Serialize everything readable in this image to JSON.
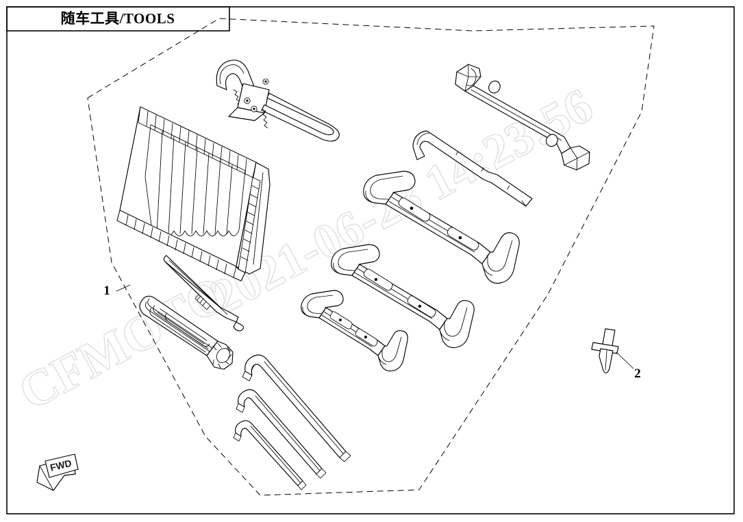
{
  "document": {
    "title": "随车工具/TOOLS",
    "title_cn": "随车工具",
    "title_en": "TOOLS",
    "sheet_width": 1085,
    "sheet_height": 762,
    "background_color": "#ffffff",
    "line_color": "#000000",
    "watermark_color": "#e2e2e2"
  },
  "watermarks": [
    {
      "id": "brand",
      "text": "CFMOTO",
      "rotation": -28
    },
    {
      "id": "timestamp",
      "text": "2021-06-23 14:23:56",
      "rotation": -28
    }
  ],
  "callouts": [
    {
      "number": "1",
      "label": "tool-kit-assembly",
      "description": "Tool kit assembly inside dashed boundary"
    },
    {
      "number": "2",
      "label": "push-rivet-clip",
      "description": "Push rivet / clip fastener"
    }
  ],
  "orientation_marker": {
    "label": "FWD",
    "meaning": "forward direction arrow"
  },
  "parts": [
    {
      "ref": "1",
      "name": "tool-roll-pouch"
    },
    {
      "ref": "1",
      "name": "hook-spanner-pliers"
    },
    {
      "ref": "1",
      "name": "screwdriver-blade"
    },
    {
      "ref": "1",
      "name": "screwdriver-handle"
    },
    {
      "ref": "1",
      "name": "hex-key-large"
    },
    {
      "ref": "1",
      "name": "hex-key-medium"
    },
    {
      "ref": "1",
      "name": "hex-key-small"
    },
    {
      "ref": "1",
      "name": "open-end-wrench-large"
    },
    {
      "ref": "1",
      "name": "open-end-wrench-medium"
    },
    {
      "ref": "1",
      "name": "open-end-wrench-small"
    },
    {
      "ref": "1",
      "name": "spark-plug-socket-wrench"
    },
    {
      "ref": "1",
      "name": "tommy-bar-l-handle"
    },
    {
      "ref": "2",
      "name": "push-rivet-clip"
    }
  ]
}
